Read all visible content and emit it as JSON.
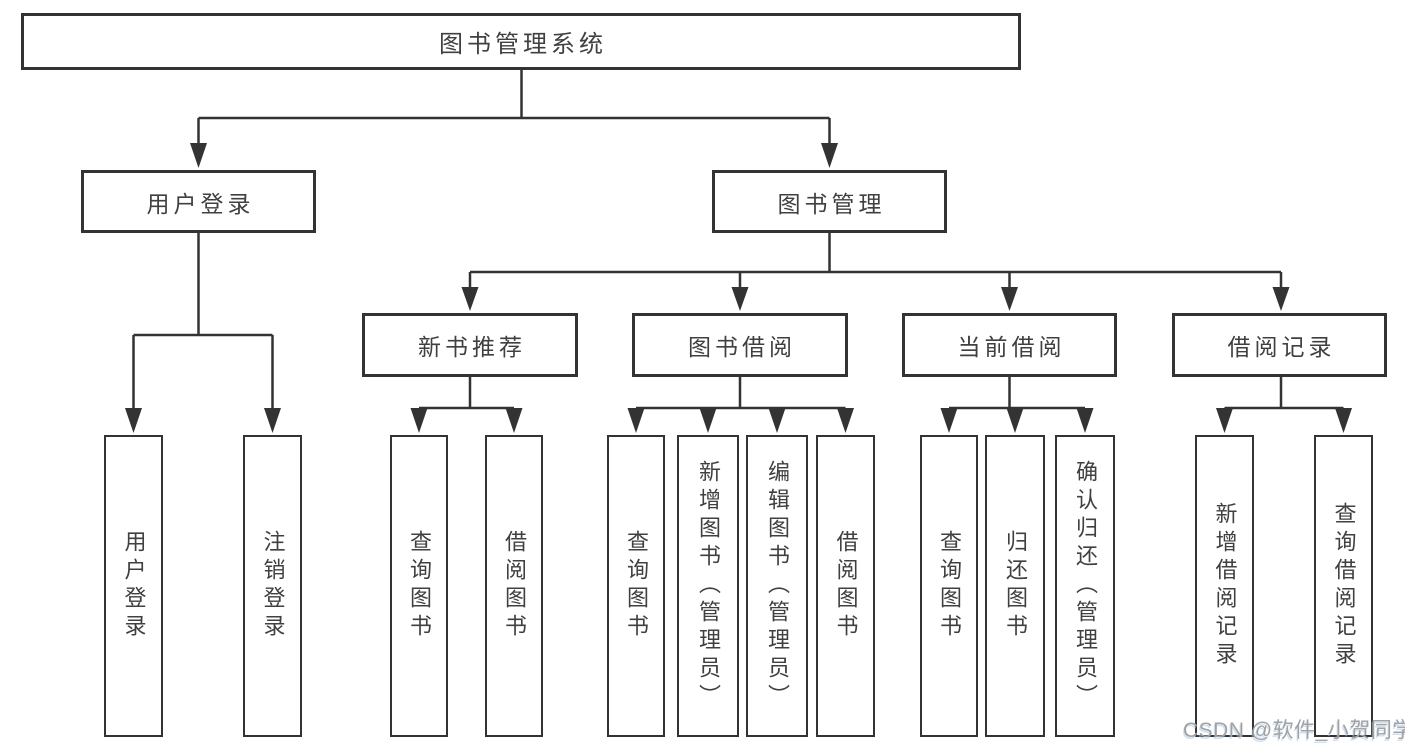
{
  "diagram": {
    "title": "图书管理系统",
    "root": {
      "label": "图书管理系统"
    },
    "level2": [
      {
        "id": "user-login",
        "label": "用户登录"
      },
      {
        "id": "book-management",
        "label": "图书管理"
      }
    ],
    "level3": [
      {
        "id": "new-book-recommend",
        "parent": "图书管理",
        "label": "新书推荐"
      },
      {
        "id": "book-borrowing",
        "parent": "图书管理",
        "label": "图书借阅"
      },
      {
        "id": "current-borrowing",
        "parent": "图书管理",
        "label": "当前借阅"
      },
      {
        "id": "borrowing-records",
        "parent": "图书管理",
        "label": "借阅记录"
      }
    ],
    "leaves": [
      {
        "parent": "用户登录",
        "label": "用户登录"
      },
      {
        "parent": "用户登录",
        "label": "注销登录"
      },
      {
        "parent": "新书推荐",
        "label": "查询图书"
      },
      {
        "parent": "新书推荐",
        "label": "借阅图书"
      },
      {
        "parent": "图书借阅",
        "label": "查询图书"
      },
      {
        "parent": "图书借阅",
        "label": "新增图书（管理员）"
      },
      {
        "parent": "图书借阅",
        "label": "编辑图书（管理员）"
      },
      {
        "parent": "图书借阅",
        "label": "借阅图书"
      },
      {
        "parent": "当前借阅",
        "label": "查询图书"
      },
      {
        "parent": "当前借阅",
        "label": "归还图书"
      },
      {
        "parent": "当前借阅",
        "label": "确认归还（管理员）"
      },
      {
        "parent": "借阅记录",
        "label": "新增借阅记录"
      },
      {
        "parent": "借阅记录",
        "label": "查询借阅记录"
      }
    ]
  },
  "watermark": "CSDN @软件_小贺同学",
  "colors": {
    "line": "#333333",
    "border": "#333333",
    "text": "#404040",
    "background": "#ffffff",
    "watermark_gray": "#a2a2a2",
    "watermark_shadow_blue": "#a5c8eb"
  }
}
